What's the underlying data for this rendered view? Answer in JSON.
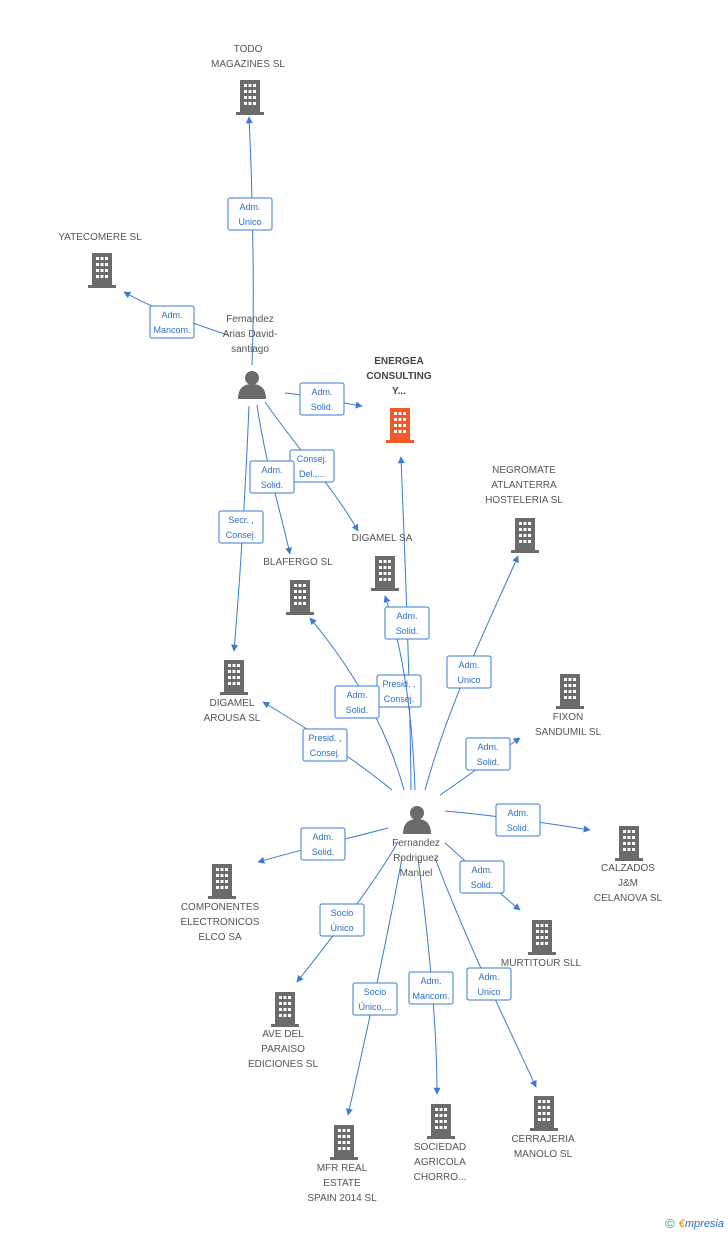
{
  "colors": {
    "edge": "#3a7bd5",
    "building": "#6b6b6b",
    "building_main": "#f05a28",
    "person": "#6b6b6b"
  },
  "nodes": [
    {
      "id": "todo",
      "kind": "company",
      "label": [
        "TODO",
        "MAGAZINES SL"
      ],
      "icon": "building-icon"
    },
    {
      "id": "yate",
      "kind": "company",
      "label": [
        "YATECOMERE SL"
      ],
      "icon": "building-icon"
    },
    {
      "id": "fadavid",
      "kind": "person",
      "label": [
        "Fernandez",
        "Arias David-",
        "santiago"
      ],
      "icon": "person-icon"
    },
    {
      "id": "energea",
      "kind": "company",
      "main": true,
      "label": [
        "ENERGEA",
        "CONSULTING",
        "Y..."
      ],
      "icon": "building-icon"
    },
    {
      "id": "negromate",
      "kind": "company",
      "label": [
        "NEGROMATE",
        "ATLANTERRA",
        "HOSTELERIA SL"
      ],
      "icon": "building-icon"
    },
    {
      "id": "digamel",
      "kind": "company",
      "label": [
        "DIGAMEL SA"
      ],
      "icon": "building-icon"
    },
    {
      "id": "blafergo",
      "kind": "company",
      "label": [
        "BLAFERGO SL"
      ],
      "icon": "building-icon"
    },
    {
      "id": "digarousa",
      "kind": "company",
      "label": [
        "DIGAMEL",
        "AROUSA SL"
      ],
      "icon": "building-icon"
    },
    {
      "id": "fixon",
      "kind": "company",
      "label": [
        "FIXON",
        "SANDUMIL SL"
      ],
      "icon": "building-icon"
    },
    {
      "id": "frmanuel",
      "kind": "person",
      "label": [
        "Fernandez",
        "Rodriguez",
        "Manuel"
      ],
      "icon": "person-icon"
    },
    {
      "id": "calzados",
      "kind": "company",
      "label": [
        "CALZADOS",
        "J&M",
        "CELANOVA SL"
      ],
      "icon": "building-icon"
    },
    {
      "id": "componentes",
      "kind": "company",
      "label": [
        "COMPONENTES",
        "ELECTRONICOS",
        "ELCO SA"
      ],
      "icon": "building-icon"
    },
    {
      "id": "murtitour",
      "kind": "company",
      "label": [
        "MURTITOUR SLL"
      ],
      "icon": "building-icon"
    },
    {
      "id": "ave",
      "kind": "company",
      "label": [
        "AVE DEL",
        "PARAISO",
        "EDICIONES SL"
      ],
      "icon": "building-icon"
    },
    {
      "id": "mfr",
      "kind": "company",
      "label": [
        "MFR REAL",
        "ESTATE",
        "SPAIN 2014  SL"
      ],
      "icon": "building-icon"
    },
    {
      "id": "sociedad",
      "kind": "company",
      "label": [
        "SOCIEDAD",
        "AGRICOLA",
        "CHORRO..."
      ],
      "icon": "building-icon"
    },
    {
      "id": "cerrajeria",
      "kind": "company",
      "label": [
        "CERRAJERIA",
        "MANOLO SL"
      ],
      "icon": "building-icon"
    }
  ],
  "edges": [
    {
      "from": "fadavid",
      "to": "todo",
      "label": [
        "Adm.",
        "Unico"
      ]
    },
    {
      "from": "fadavid",
      "to": "yate",
      "label": [
        "Adm.",
        "Mancom."
      ]
    },
    {
      "from": "fadavid",
      "to": "energea",
      "label": [
        "Adm.",
        "Solid."
      ]
    },
    {
      "from": "fadavid",
      "to": "digamel",
      "label": [
        "Consej.",
        "Del.,..."
      ]
    },
    {
      "from": "fadavid",
      "to": "blafergo",
      "label": [
        "Adm.",
        "Solid."
      ]
    },
    {
      "from": "fadavid",
      "to": "digarousa",
      "label": [
        "Secr. ,",
        "Consej."
      ]
    },
    {
      "from": "frmanuel",
      "to": "energea",
      "label": [
        "Presid. ,",
        "Consej."
      ]
    },
    {
      "from": "frmanuel",
      "to": "digamel",
      "label": [
        "Adm.",
        "Solid."
      ]
    },
    {
      "from": "frmanuel",
      "to": "blafergo",
      "label": [
        "Adm.",
        "Solid."
      ]
    },
    {
      "from": "frmanuel",
      "to": "digarousa",
      "label": [
        "Presid. ,",
        "Consej."
      ]
    },
    {
      "from": "frmanuel",
      "to": "negromate",
      "label": [
        "Adm.",
        "Unico"
      ]
    },
    {
      "from": "frmanuel",
      "to": "fixon",
      "label": [
        "Adm.",
        "Solid."
      ]
    },
    {
      "from": "frmanuel",
      "to": "calzados",
      "label": [
        "Adm.",
        "Solid."
      ]
    },
    {
      "from": "frmanuel",
      "to": "componentes",
      "label": [
        "Adm.",
        "Solid."
      ]
    },
    {
      "from": "frmanuel",
      "to": "murtitour",
      "label": [
        "Adm.",
        "Solid."
      ]
    },
    {
      "from": "frmanuel",
      "to": "ave",
      "label": [
        "Socio",
        "Único"
      ]
    },
    {
      "from": "frmanuel",
      "to": "mfr",
      "label": [
        "Socio",
        "Único,..."
      ]
    },
    {
      "from": "frmanuel",
      "to": "sociedad",
      "label": [
        "Adm.",
        "Mancom."
      ]
    },
    {
      "from": "frmanuel",
      "to": "cerrajeria",
      "label": [
        "Adm.",
        "Unico"
      ]
    }
  ],
  "footer": {
    "copyright": "©",
    "brand_initial": "€",
    "brand_rest": "mpresia"
  }
}
